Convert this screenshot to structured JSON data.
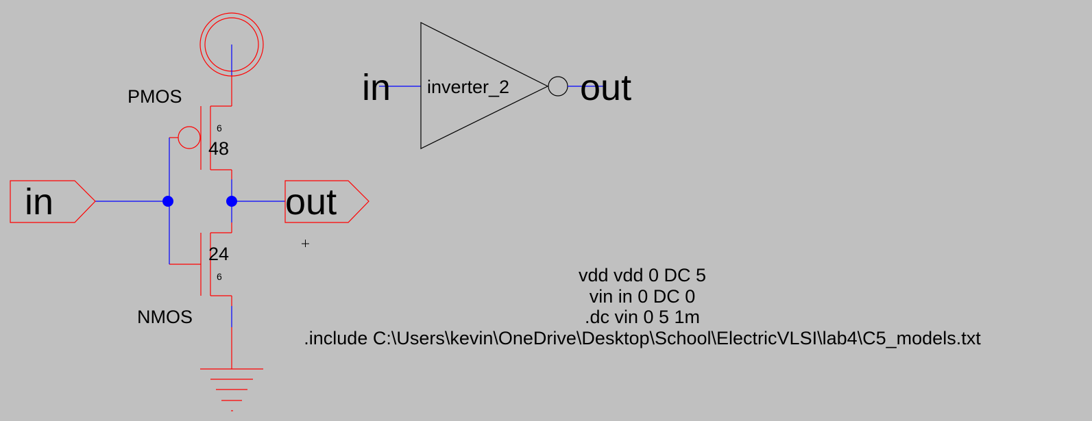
{
  "schematic": {
    "transistors": {
      "pmos": {
        "label": "PMOS",
        "length": "6",
        "width": "48"
      },
      "nmos": {
        "label": "NMOS",
        "length": "6",
        "width": "24"
      }
    },
    "ports": {
      "input": "in",
      "output": "out"
    }
  },
  "icon_view": {
    "cell_name": "inverter_2",
    "input_label": "in",
    "output_label": "out"
  },
  "spice_code": {
    "lines": [
      "vdd vdd 0 DC 5",
      "vin in 0 DC 0",
      ".dc vin 0 5 1m",
      ".include C:\\Users\\kevin\\OneDrive\\Desktop\\School\\ElectricVLSI\\lab4\\C5_models.txt"
    ]
  },
  "colors": {
    "background": "#c0c0c0",
    "wire": "#0000ff",
    "component": "#ff0000",
    "outline": "#000000"
  }
}
